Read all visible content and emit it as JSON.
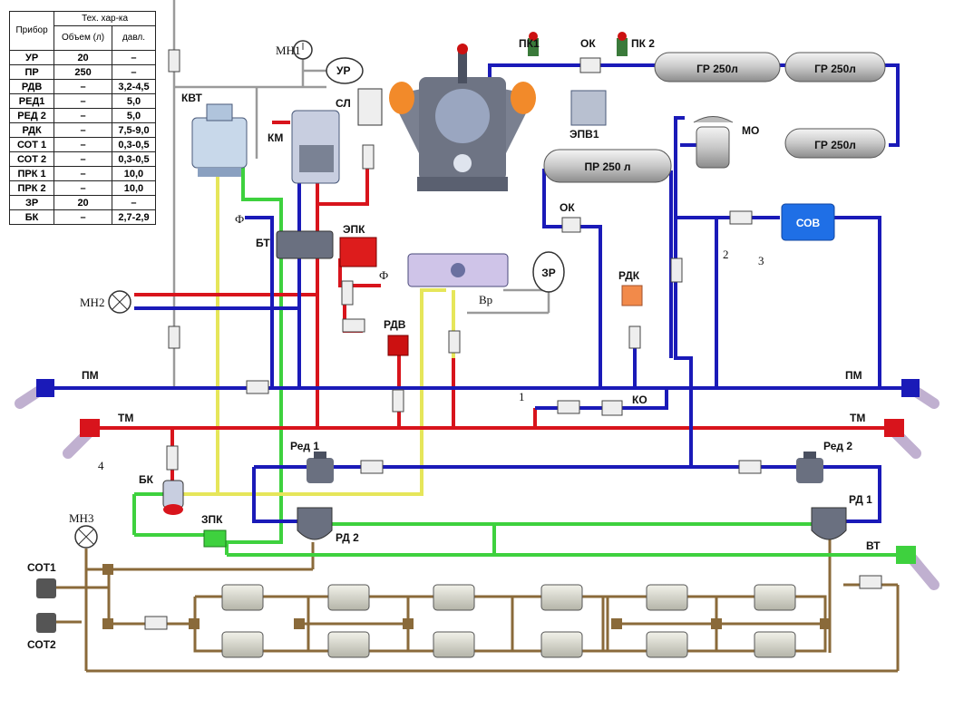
{
  "table": {
    "header_group": "Тех. хар-ка",
    "col_device": "Прибор",
    "col_volume": "Объем (л)",
    "col_pressure": "давл.",
    "rows": [
      {
        "device": "УР",
        "volume": "20",
        "pressure": "–"
      },
      {
        "device": "ПР",
        "volume": "250",
        "pressure": "–"
      },
      {
        "device": "РДВ",
        "volume": "–",
        "pressure": "3,2-4,5"
      },
      {
        "device": "РЕД1",
        "volume": "–",
        "pressure": "5,0"
      },
      {
        "device": "РЕД 2",
        "volume": "–",
        "pressure": "5,0"
      },
      {
        "device": "РДК",
        "volume": "–",
        "pressure": "7,5-9,0"
      },
      {
        "device": "СОТ 1",
        "volume": "–",
        "pressure": "0,3-0,5"
      },
      {
        "device": "СОТ 2",
        "volume": "–",
        "pressure": "0,3-0,5"
      },
      {
        "device": "ПРК 1",
        "volume": "–",
        "pressure": "10,0"
      },
      {
        "device": "ПРК 2",
        "volume": "–",
        "pressure": "10,0"
      },
      {
        "device": "ЗР",
        "volume": "20",
        "pressure": "–"
      },
      {
        "device": "БК",
        "volume": "–",
        "pressure": "2,7-2,9"
      }
    ]
  },
  "labels": {
    "mn1": "МН1",
    "ur": "УР",
    "kvt": "КВТ",
    "km": "КМ",
    "sl": "СЛ",
    "bt": "БТ",
    "epk": "ЭПК",
    "pk1": "ПК1",
    "ok_top": "ОК",
    "pk2": "ПК 2",
    "epv1": "ЭПВ1",
    "gr1": "ГР 250л",
    "gr2": "ГР 250л",
    "gr3": "ГР 250л",
    "mo": "МО",
    "pr": "ПР 250 л",
    "ok_mid": "ОК",
    "sov": "СОВ",
    "rdk": "РДК",
    "zr": "ЗР",
    "vr": "Вр",
    "rdv": "РДВ",
    "mn2": "МН2",
    "pm_left": "ПМ",
    "pm_right": "ПМ",
    "tm_left": "ТМ",
    "tm_right": "ТМ",
    "ko": "КО",
    "n1": "1",
    "n2": "2",
    "n3": "3",
    "n4": "4",
    "red1": "Ред 1",
    "red2": "Ред 2",
    "bk": "БК",
    "zpk": "ЗПК",
    "rd2": "РД 2",
    "rd1": "РД 1",
    "vt": "ВТ",
    "mn3": "МН3",
    "sot1": "СОТ1",
    "sot2": "СОТ2",
    "phi1": "Ф",
    "phi2": "Ф"
  },
  "colors": {
    "main_line": "#1a1ab8",
    "brake_line": "#d8141c",
    "supply_green": "#3ed13e",
    "yellow_line": "#e6e65a",
    "brown_line": "#8a6a3a",
    "gray_line": "#9a9a9a",
    "tank": "#d9d9d9",
    "sov_box": "#1f6fe6",
    "valve_red": "#cc1111"
  }
}
